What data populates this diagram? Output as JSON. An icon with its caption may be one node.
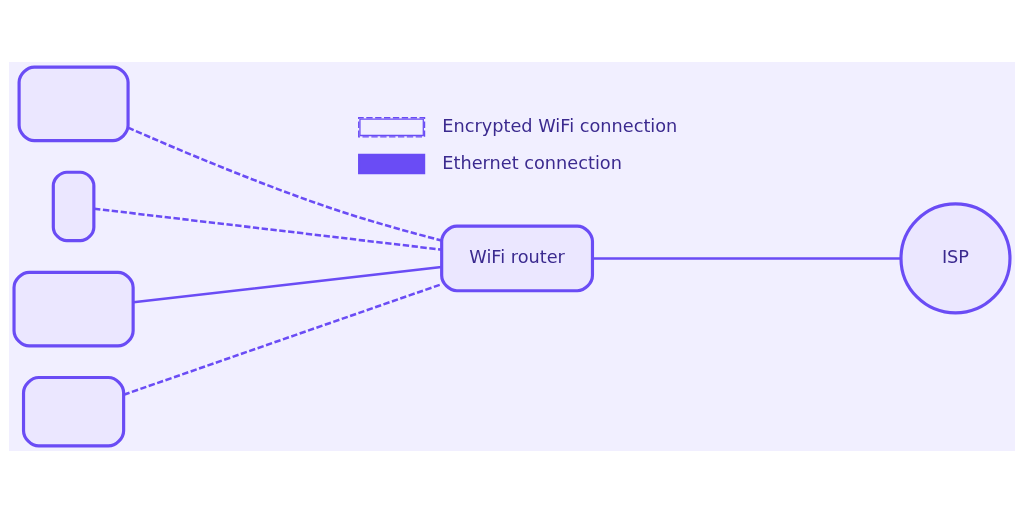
{
  "diagram": {
    "nodes": [
      {
        "text": [],
        "shape": "box"
      },
      {
        "text": [],
        "shape": "box"
      },
      {
        "text": [],
        "shape": "box"
      },
      {
        "text": [],
        "shape": "box"
      },
      {
        "text": [
          "WiFi router"
        ]
      },
      {
        "text": [
          "ISP"
        ]
      }
    ],
    "edges": [
      {
        "from": 0,
        "to": 4,
        "arrow": "none",
        "style": "dashed"
      },
      {
        "from": 1,
        "to": 4,
        "arrow": "none",
        "style": "dashed"
      },
      {
        "from": 2,
        "to": 4,
        "arrow": "none"
      },
      {
        "from": 3,
        "to": 4,
        "arrow": "none",
        "style": "dashed"
      },
      {
        "from": 4,
        "to": 5,
        "arrow": "none"
      }
    ],
    "legend": [
      {
        "text": "Encrypted WiFi connection"
      },
      {
        "text": "Ethernet connection"
      }
    ]
  }
}
